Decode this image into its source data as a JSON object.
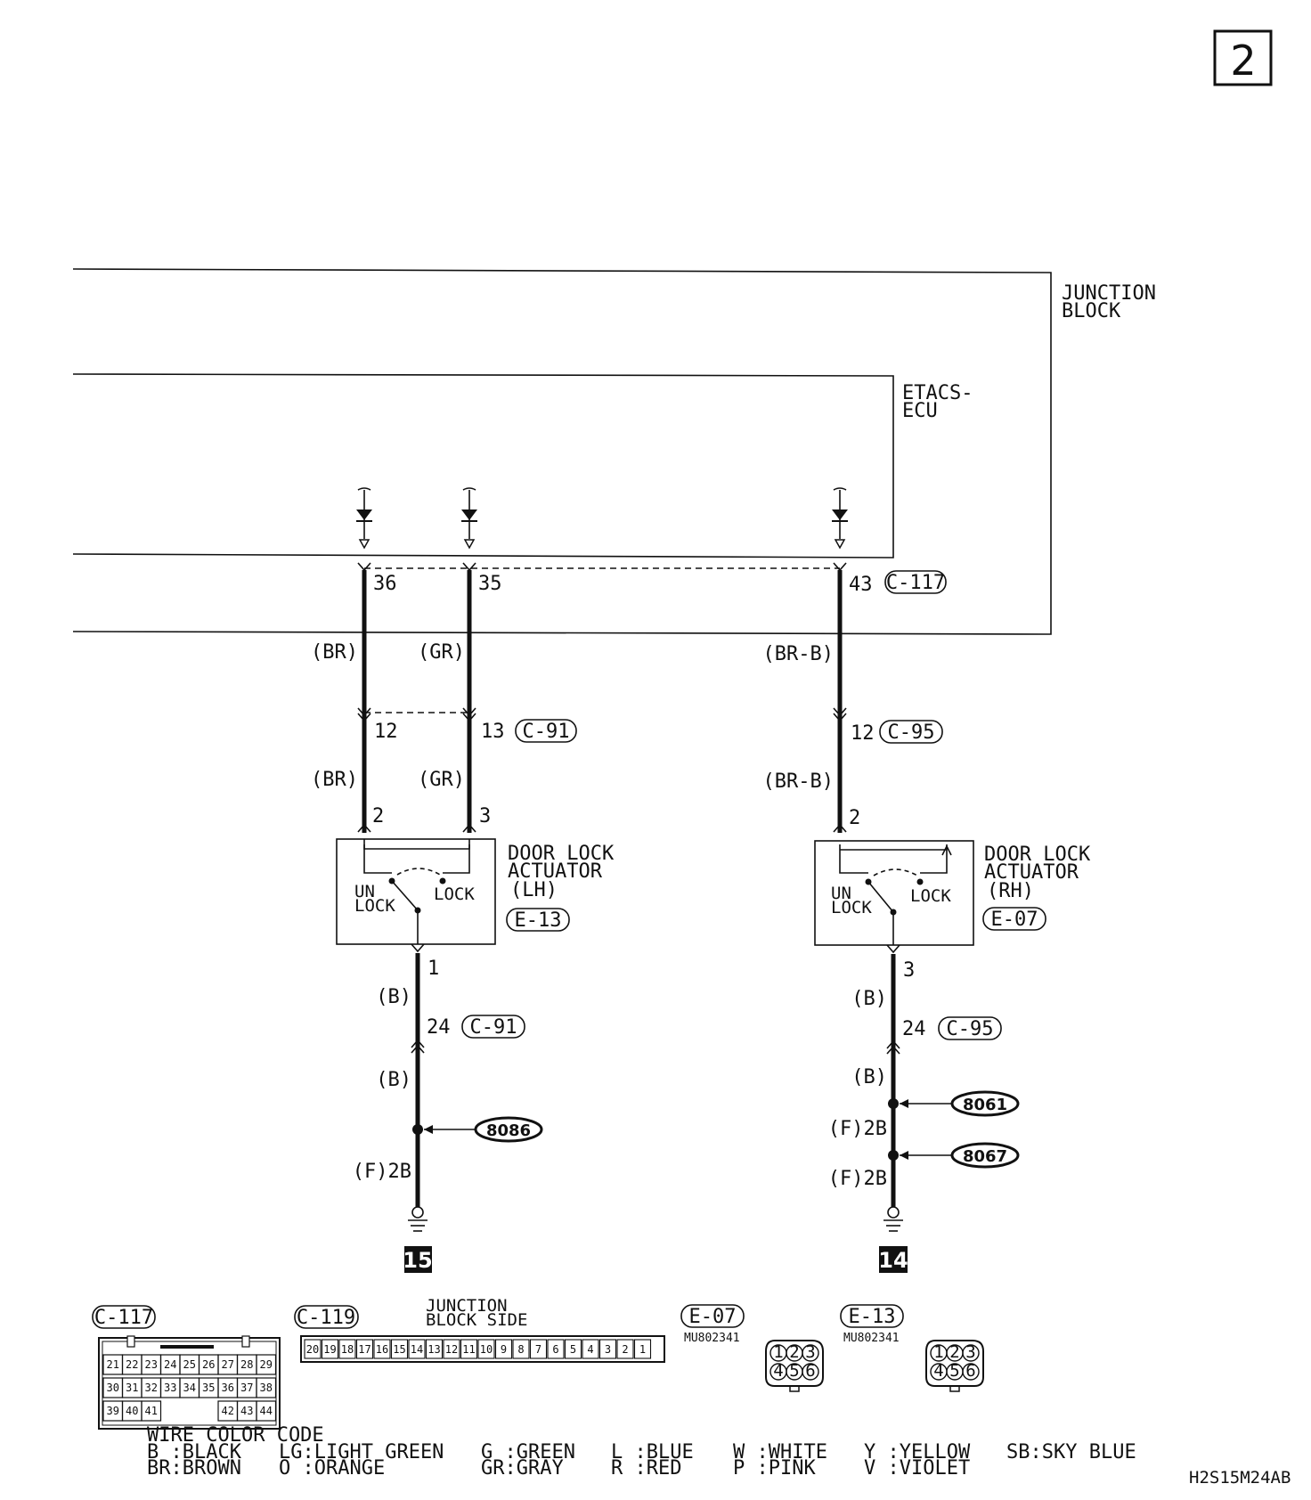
{
  "page_number": "2",
  "blocks": {
    "junction_block": [
      "JUNCTION",
      "BLOCK"
    ],
    "etacs_ecu": [
      "ETACS-",
      "ECU"
    ]
  },
  "connector_c117": {
    "id": "C-117",
    "pins": [
      "36",
      "35",
      "43"
    ]
  },
  "wires": {
    "w36": {
      "color_upper": "(BR)",
      "c91_pin": "12",
      "color_lower": "(BR)",
      "actuator_pin": "2"
    },
    "w35": {
      "color_upper": "(GR)",
      "c91_pin": "13",
      "c91_id": "C-91",
      "color_lower": "(GR)",
      "actuator_pin": "3"
    },
    "w43": {
      "color_upper": "(BR-B)",
      "c95_pin": "12",
      "c95_id": "C-95",
      "color_lower": "(BR-B)",
      "actuator_pin": "2"
    }
  },
  "actuator_lh": {
    "title": [
      "DOOR LOCK",
      "ACTUATOR",
      "(LH)"
    ],
    "connector": "E-13",
    "switch_unlock": [
      "UN",
      "LOCK"
    ],
    "switch_lock": "LOCK",
    "out_pin": "1",
    "color1": "(B)",
    "mid_pin": "24",
    "mid_connector": "C-91",
    "color2": "(B)",
    "splice": "8086",
    "ground_wire": "(F)2B",
    "ground_no": "15"
  },
  "actuator_rh": {
    "title": [
      "DOOR LOCK",
      "ACTUATOR",
      "(RH)"
    ],
    "connector": "E-07",
    "switch_unlock": [
      "UN",
      "LOCK"
    ],
    "switch_lock": "LOCK",
    "out_pin": "3",
    "color1": "(B)",
    "mid_pin": "24",
    "mid_connector": "C-95",
    "color2": "(B)",
    "splice1": "8061",
    "wire_between": "(F)2B",
    "splice2": "8067",
    "ground_wire": "(F)2B",
    "ground_no": "14"
  },
  "connector_views": {
    "c117": {
      "id": "C-117",
      "row1": [
        "21",
        "22",
        "23",
        "24",
        "25",
        "26",
        "27",
        "28",
        "29"
      ],
      "row2": [
        "30",
        "31",
        "32",
        "33",
        "34",
        "35",
        "36",
        "37",
        "38"
      ],
      "row3": [
        "39",
        "40",
        "41",
        "",
        "",
        "",
        "42",
        "43",
        "44"
      ]
    },
    "c119": {
      "id": "C-119",
      "caption": [
        "JUNCTION",
        "BLOCK SIDE"
      ],
      "pins": [
        "20",
        "19",
        "18",
        "17",
        "16",
        "15",
        "14",
        "13",
        "12",
        "11",
        "10",
        "9",
        "8",
        "7",
        "6",
        "5",
        "4",
        "3",
        "2",
        "1"
      ]
    },
    "e07": {
      "id": "E-07",
      "part": "MU802341",
      "pins": [
        "1",
        "2",
        "3",
        "4",
        "5",
        "6"
      ]
    },
    "e13": {
      "id": "E-13",
      "part": "MU802341",
      "pins": [
        "1",
        "2",
        "3",
        "4",
        "5",
        "6"
      ]
    }
  },
  "wire_color_code": {
    "title": "WIRE COLOR CODE",
    "col1": [
      "B :BLACK",
      "BR:BROWN"
    ],
    "col2": [
      "LG:LIGHT GREEN",
      "O :ORANGE"
    ],
    "col3": [
      "G :GREEN",
      "GR:GRAY"
    ],
    "col4": [
      "L :BLUE",
      "R :RED"
    ],
    "col5": [
      "W :WHITE",
      "P :PINK"
    ],
    "col6": [
      "Y :YELLOW",
      "V :VIOLET"
    ],
    "col7": "SB:SKY BLUE"
  },
  "doc_code": "H2S15M24AB"
}
